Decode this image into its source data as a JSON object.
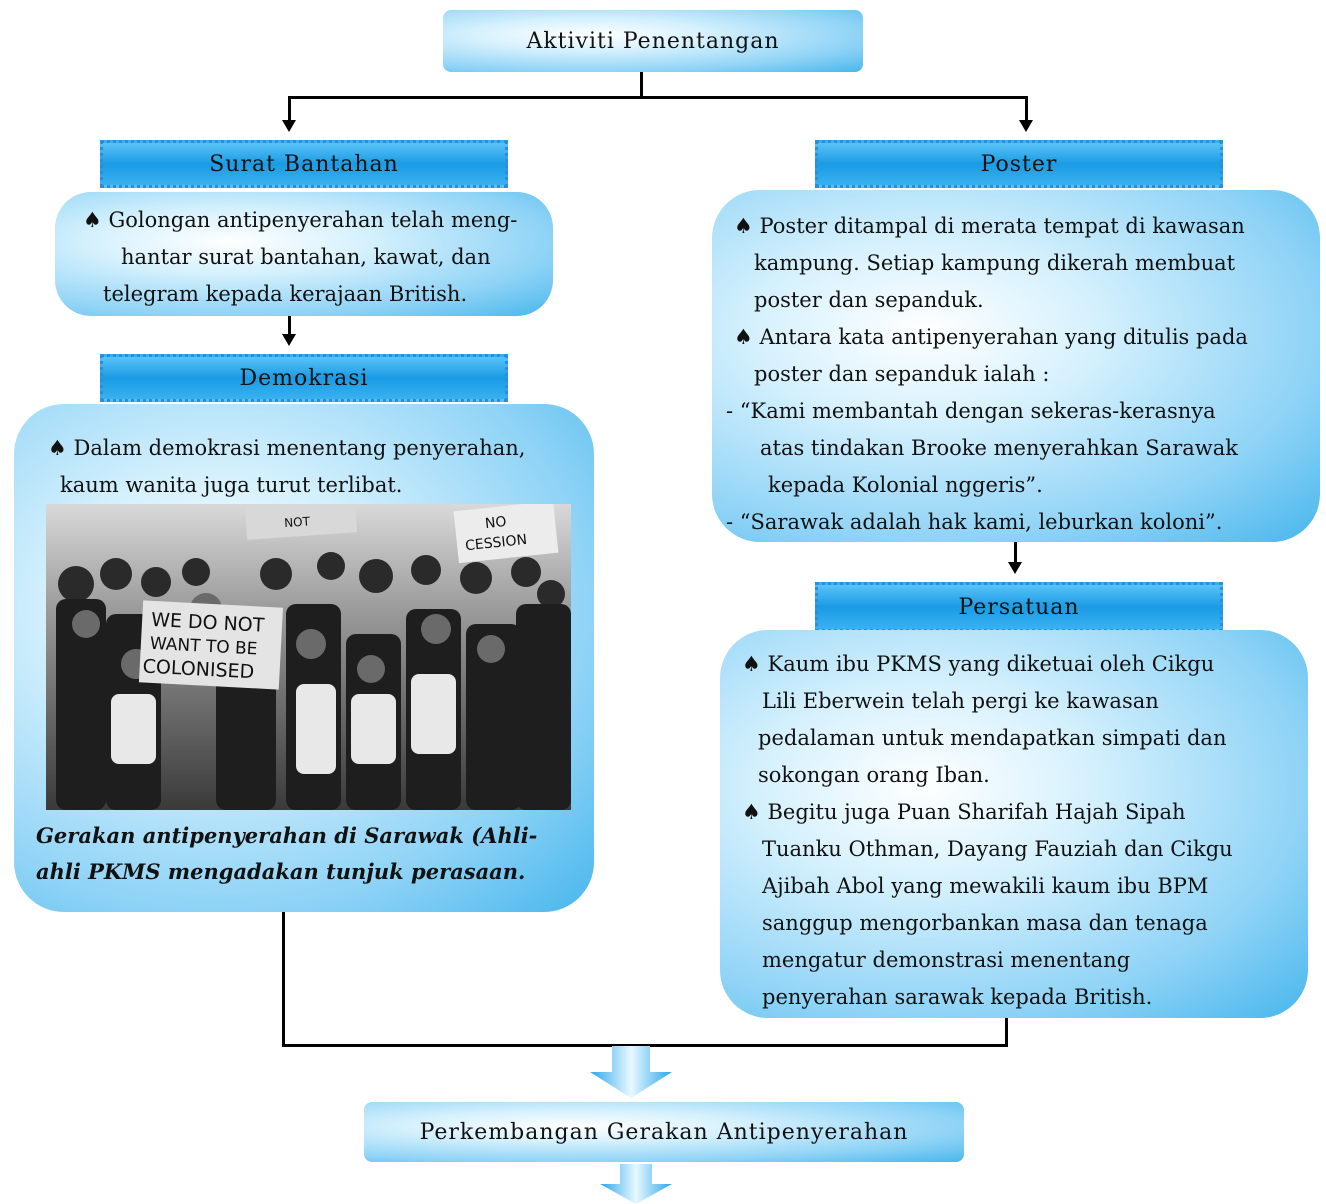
{
  "top": {
    "title": "Aktiviti Penentangan"
  },
  "left": {
    "header1": "Surat Bantahan",
    "body1": [
      "♠ Golongan antipenyerahan telah meng-",
      "hantar surat bantahan, kawat, dan",
      "telegram kepada kerajaan British."
    ],
    "header2": "Demokrasi",
    "body2": [
      "♠ Dalam demokrasi menentang penyerahan,",
      "kaum wanita juga turut terlibat."
    ],
    "photo_signs": [
      "NO",
      "CESSION",
      "WE DO NOT",
      "WANT TO BE",
      "COLONISED",
      "NOT"
    ],
    "caption": [
      "Gerakan antipenyerahan di Sarawak (Ahli-",
      "ahli PKMS mengadakan tunjuk perasaan."
    ]
  },
  "right": {
    "header1": "Poster",
    "body1": [
      "♠ Poster ditampal di merata tempat di kawasan",
      "kampung. Setiap kampung dikerah membuat",
      "poster dan sepanduk.",
      "♠ Antara kata antipenyerahan yang ditulis pada",
      "poster dan sepanduk ialah :",
      "- “Kami membantah dengan sekeras-kerasnya",
      "atas tindakan Brooke menyerahkan Sarawak",
      "kepada Kolonial nggeris”.",
      "- “Sarawak adalah hak kami, leburkan koloni”."
    ],
    "header2": "Persatuan",
    "body2": [
      "♠ Kaum ibu PKMS yang diketuai oleh Cikgu",
      "Lili Eberwein telah pergi ke kawasan",
      "pedalaman untuk mendapatkan simpati dan",
      "sokongan orang Iban.",
      "♠ Begitu juga Puan Sharifah Hajah Sipah",
      "Tuanku Othman, Dayang Fauziah dan Cikgu",
      "Ajibah Abol yang mewakili kaum ibu BPM",
      "sanggup mengorbankan masa dan tenaga",
      "mengatur demonstrasi menentang",
      "penyerahan sarawak kepada British."
    ]
  },
  "bottom": {
    "title": "Perkembangan Gerakan Antipenyerahan"
  },
  "colors": {
    "header_blue": "#1a9be5",
    "panel_edge": "#47b6ec",
    "line": "#000000"
  }
}
